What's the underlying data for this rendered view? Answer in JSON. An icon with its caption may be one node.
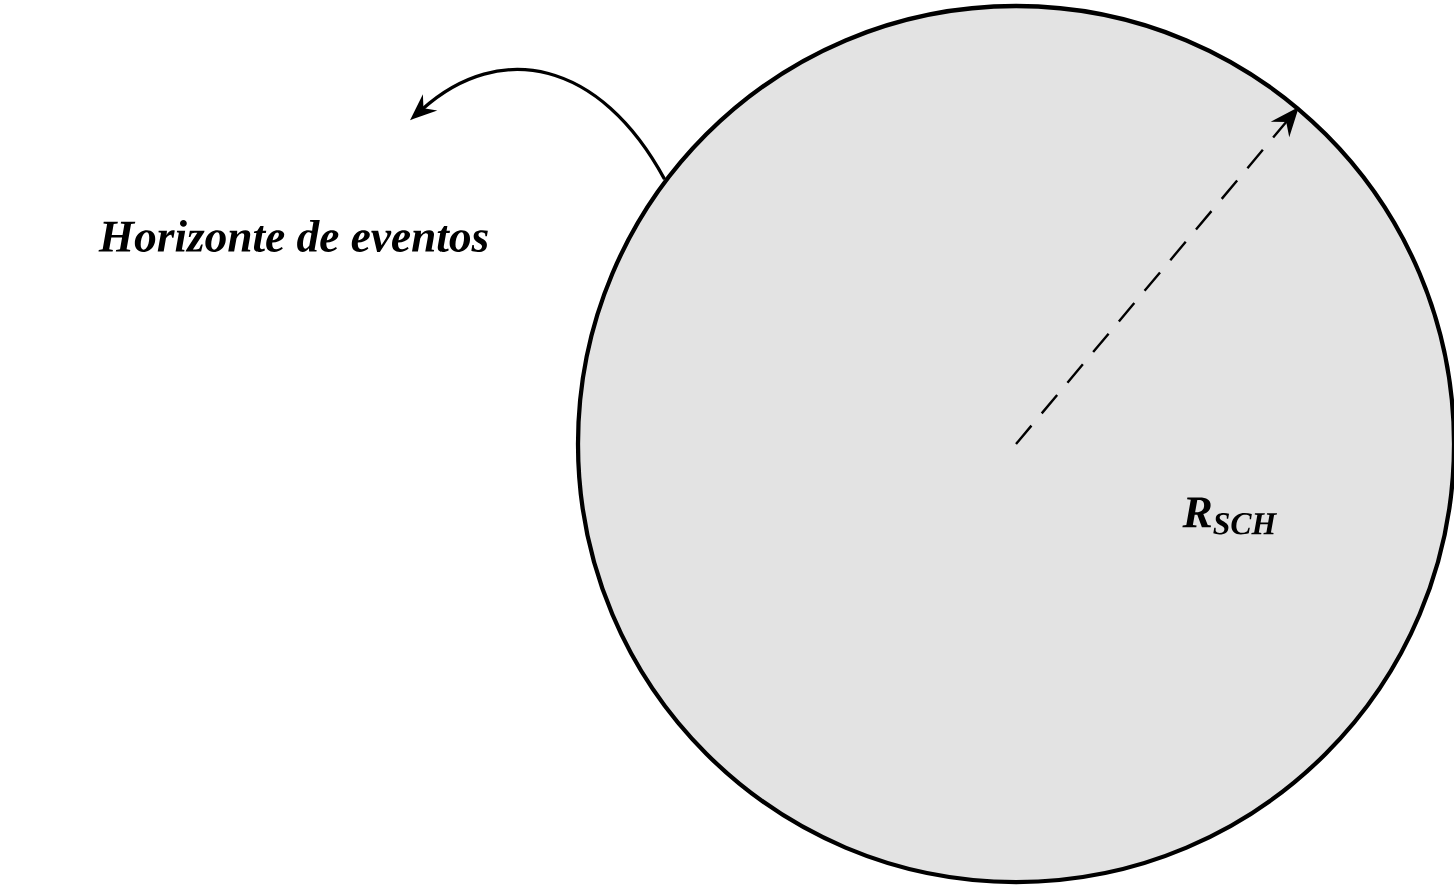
{
  "diagram": {
    "nodes": [
      {
        "text": [
          "Horizonte de eventos"
        ]
      },
      {
        "text": [],
        "shape": "circle"
      }
    ],
    "edges": [
      {
        "from": 1,
        "to": 0,
        "arrow": "to"
      }
    ],
    "labels": [
      "R$_{SCH}$"
    ]
  }
}
